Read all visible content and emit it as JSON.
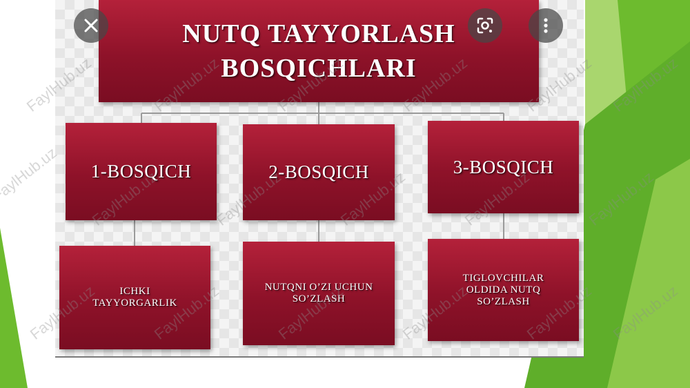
{
  "diagram": {
    "title_line1": "NUTQ TAYYORLASH",
    "title_line2": "BOSQICHLARI",
    "stages": [
      {
        "label": "1-BOSQICH",
        "description_lines": [
          "ICHKI",
          "TAYYORGARLIK"
        ]
      },
      {
        "label": "2-BOSQICH",
        "description_lines": [
          "NUTQNI O’ZI UCHUN",
          "SO’ZLASH"
        ]
      },
      {
        "label": "3-BOSQICH",
        "description_lines": [
          "TIGLOVCHILAR",
          "OLDIDA NUTQ",
          "SO’ZLASH"
        ]
      }
    ]
  },
  "watermark": {
    "text": "FaylHub.uz"
  },
  "controls": {
    "close_icon": "close-icon",
    "lens_icon": "lens-icon",
    "more_icon": "more-vertical-icon"
  },
  "colors": {
    "box_red": "#8e1229",
    "green_accent": "#5fae2a"
  }
}
